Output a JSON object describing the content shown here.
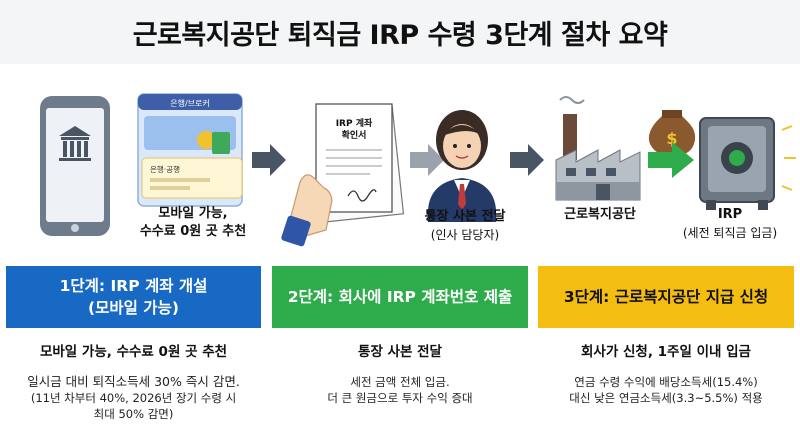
{
  "title": "근로복지공단 퇴직금 IRP 수령 3단계 절차 요약",
  "illustration": {
    "phone_caption_line1": "모바일 가능,",
    "phone_caption_line2": "수수료 0원 곳 추천",
    "bank_card_header": "은행/브로커",
    "bank_card_small": "은행·공행",
    "doc_text_line1": "IRP 계좌",
    "doc_text_line2": "확인서",
    "person_caption": "통장 사본 전달",
    "person_subcaption": "(인사 담당자)",
    "factory_caption": "근로복지공단",
    "irp_caption": "IRP",
    "irp_subcaption": "(세전 퇴직금 입금)",
    "arrow_colors": [
      "#4a5563",
      "#9aa3ad",
      "#4a5563",
      "#2eab4a"
    ]
  },
  "steps": [
    {
      "header_line1": "1단계: IRP 계좌 개설",
      "header_line2": "(모바일 가능)",
      "subtitle": "모바일 가능, 수수료 0원 곳 추천",
      "body_line1": "일시금 대비 퇴직소득세 30% 즉시 감면.",
      "body_line2": "(11년 차부터 40%, 2026년 장기 수령 시",
      "body_line3": "최대 50% 감면)",
      "color": "#1769c4"
    },
    {
      "header_line1": "2단계: 회사에 IRP 계좌번호 제출",
      "subtitle": "통장 사본 전달",
      "body_line1": "세전 금액 전체 입금.",
      "body_line2": "더 큰 원금으로 투자 수익 증대",
      "color": "#2eab4a"
    },
    {
      "header_line1": "3단계: 근로복지공단 지급 신청",
      "subtitle": "회사가 신청, 1주일 이내 입금",
      "body_line1": "연금 수령 수익에 배당소득세(15.4%)",
      "body_line2": "대신 낮은 연금소득세(3.3~5.5%) 적용",
      "color": "#f4bd12"
    }
  ]
}
